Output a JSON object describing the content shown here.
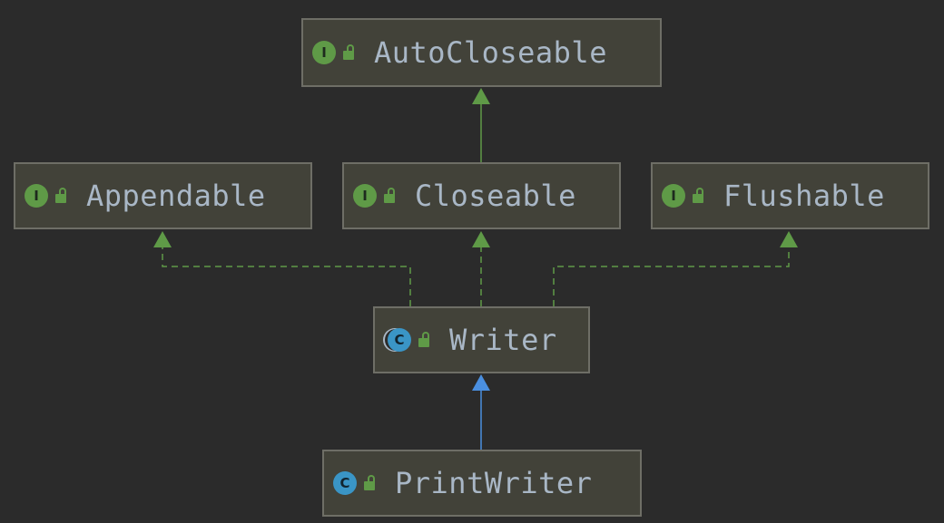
{
  "diagram": {
    "nodes": [
      {
        "id": "AutoCloseable",
        "label": "AutoCloseable",
        "kind": "interface",
        "badge": "I"
      },
      {
        "id": "Appendable",
        "label": "Appendable",
        "kind": "interface",
        "badge": "I"
      },
      {
        "id": "Closeable",
        "label": "Closeable",
        "kind": "interface",
        "badge": "I"
      },
      {
        "id": "Flushable",
        "label": "Flushable",
        "kind": "interface",
        "badge": "I"
      },
      {
        "id": "Writer",
        "label": "Writer",
        "kind": "abstract-class",
        "badge": "C"
      },
      {
        "id": "PrintWriter",
        "label": "PrintWriter",
        "kind": "class",
        "badge": "C"
      }
    ],
    "edges": [
      {
        "from": "Closeable",
        "to": "AutoCloseable",
        "type": "extends-interface",
        "color": "#5f9a47",
        "style": "solid"
      },
      {
        "from": "Writer",
        "to": "Appendable",
        "type": "implements",
        "color": "#5f9a47",
        "style": "dashed"
      },
      {
        "from": "Writer",
        "to": "Closeable",
        "type": "implements",
        "color": "#5f9a47",
        "style": "dashed"
      },
      {
        "from": "Writer",
        "to": "Flushable",
        "type": "implements",
        "color": "#5f9a47",
        "style": "dashed"
      },
      {
        "from": "PrintWriter",
        "to": "Writer",
        "type": "extends-class",
        "color": "#4a8fe0",
        "style": "solid"
      }
    ]
  },
  "colors": {
    "background": "#2b2b2b",
    "node_fill": "#424239",
    "node_border": "#6e6e66",
    "text": "#a9b7c6",
    "interface_badge": "#5f9a47",
    "class_badge": "#3a95c6",
    "implements_arrow": "#5f9a47",
    "extends_arrow": "#4a8fe0"
  },
  "icons": {
    "interface": "interface-icon",
    "class": "class-icon",
    "abstract_class": "abstract-class-icon",
    "visibility": "public-lock-icon"
  }
}
